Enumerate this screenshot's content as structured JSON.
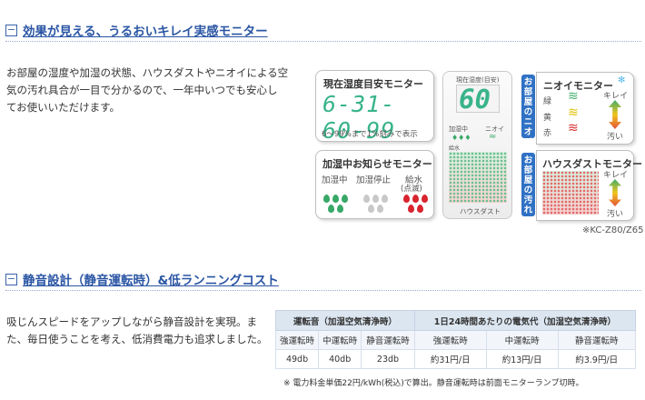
{
  "section1": {
    "title": "効果が見える、うるおいキレイ実感モニター",
    "paragraph": [
      "お部屋の湿度や加湿の状態、ハウスダストやニオイによる空",
      "気の汚れ具合が一目で分かるので、一年中いつでも安心し",
      "てお使いいただけます。"
    ]
  },
  "humidity_panel": {
    "title": "現在湿度目安モニター",
    "display": "6-31-60-99",
    "note": "6～99%まで1%刻みで表示"
  },
  "humidify_panel": {
    "title": "加湿中お知らせモニター",
    "states": [
      "加湿中",
      "加湿停止",
      "給水",
      "(点滅)"
    ]
  },
  "device": {
    "screen_label": "現在湿度(目安)",
    "value": "60",
    "left_label": "加湿中",
    "right_label": "ニオイ",
    "dust_label": "ハウスダスト",
    "water_label": "給水"
  },
  "odor_panel": {
    "side_label": "お部屋のニオイ",
    "title": "ニオイモニター",
    "levels": [
      "緑",
      "黄",
      "赤"
    ],
    "top": "キレイ",
    "bottom": "汚い"
  },
  "dust_panel": {
    "side_label": "お部屋の汚れ",
    "title": "ハウスダストモニター",
    "top": "キレイ",
    "bottom": "汚い"
  },
  "model_note": "※KC-Z80/Z65",
  "section2": {
    "title": "静音設計（静音運転時）&低ランニングコスト",
    "paragraph": [
      "吸じんスピードをアップしながら静音設計を実現。ま",
      "た、毎日使うことを考え、低消費電力も追求しました。"
    ]
  },
  "table": {
    "header_left": "運転音（加湿空気清浄時）",
    "header_right": "1日24時間あたりの電気代（加湿空気清浄時）",
    "cols": [
      "強運転時",
      "中運転時",
      "静音運転時",
      "強運転時",
      "中運転時",
      "静音運転時"
    ],
    "values": [
      "49db",
      "40db",
      "23db",
      "約31円/日",
      "約13円/日",
      "約3.9円/日"
    ]
  },
  "footnote": "※ 電力料金単価22円/kWh(税込)で算出。静音運転時は前面モニターランプ切時。",
  "colors": {
    "accent": "#2a55a4",
    "segment": "#39b48a",
    "label_blue": "#2f71c4"
  }
}
